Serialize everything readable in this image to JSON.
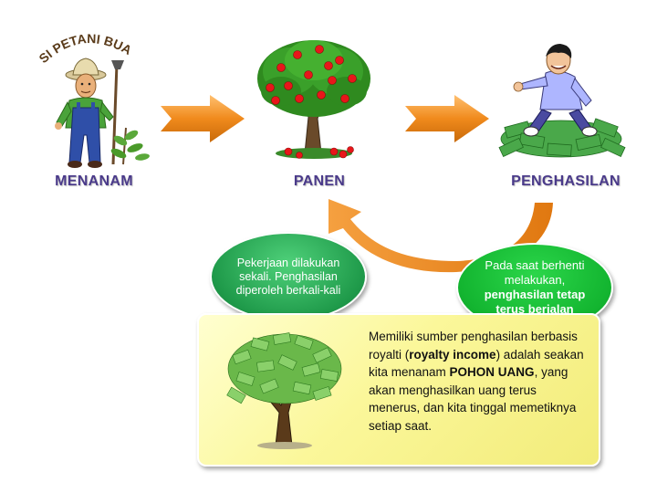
{
  "farmer": {
    "arc_label": "SI PETANI BUAH",
    "stage_label": "MENANAM"
  },
  "tree_stage": {
    "stage_label": "PANEN"
  },
  "income_stage": {
    "stage_label": "PENGHASILAN"
  },
  "left_oval": {
    "text": "Pekerjaan dilakukan sekali. Penghasilan diperoleh berkali-kali"
  },
  "right_oval": {
    "line1": "Pada saat berhenti melakukan,",
    "line2_bold": "penghasilan tetap terus berjalan"
  },
  "royalty_box": {
    "part1": "Memiliki sumber penghasilan berbasis royalti (",
    "bold1": "royalty income",
    "part2": ") adalah seakan kita menanam ",
    "bold2": "POHON UANG",
    "part3": ", yang akan menghasilkan uang terus menerus, dan kita tinggal memetiknya setiap saat."
  },
  "colors": {
    "arrow_orange": "#f08a1c",
    "label_purple": "#4a3a8a",
    "oval_green": "#1f9a4a",
    "oval_bright_green": "#13b530",
    "box_yellow": "#fbf79a"
  }
}
